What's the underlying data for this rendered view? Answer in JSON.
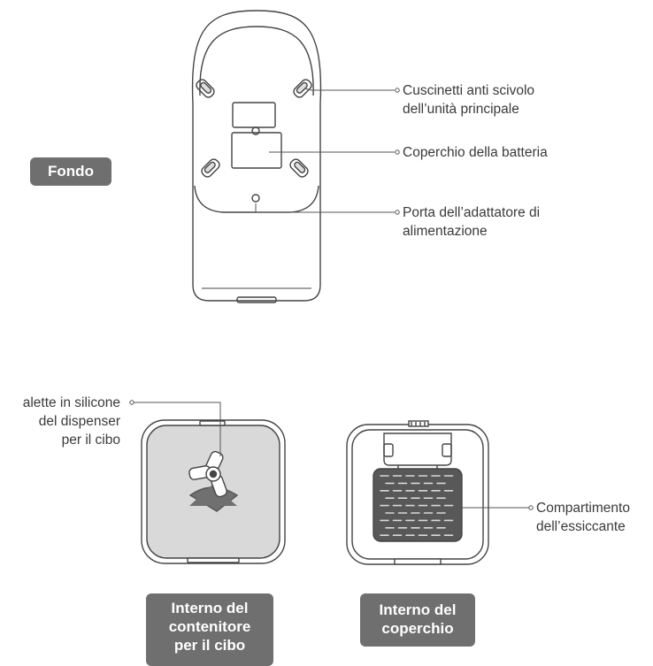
{
  "sections": {
    "bottom_view": {
      "label": "Fondo",
      "callouts": [
        "Cuscinetti anti scivolo\ndell’unità principale",
        "Coperchio della batteria",
        "Porta dell’adattatore di\nalimentazione"
      ]
    },
    "container_interior": {
      "label": "Interno del\ncontenitore\nper il cibo",
      "callout": "alette in silicone\ndel dispenser\nper il cibo"
    },
    "lid_interior": {
      "label": "Interno del\ncoperchio",
      "callout": "Compartimento\ndell’essiccante"
    }
  }
}
